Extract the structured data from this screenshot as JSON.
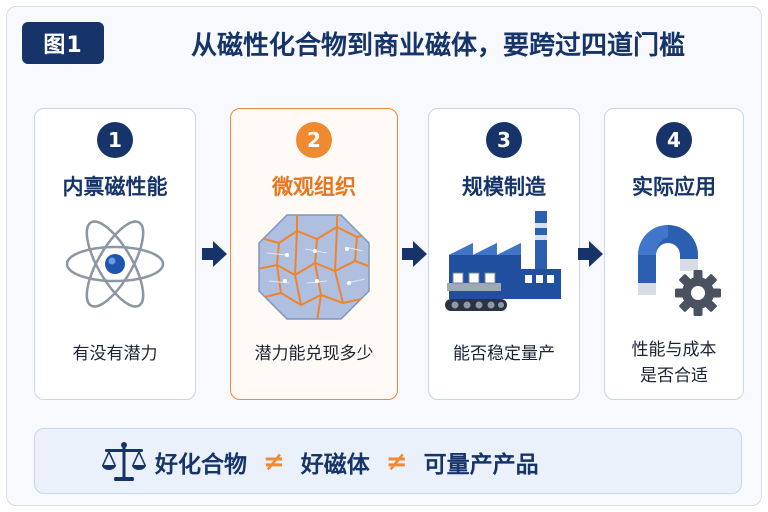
{
  "header": {
    "badge": "图1",
    "title": "从磁性化合物到商业磁体，要跨过四道门槛"
  },
  "steps": [
    {
      "number": "1",
      "title": "内禀磁性能",
      "desc": "有没有潜力",
      "icon": "atom-icon"
    },
    {
      "number": "2",
      "title": "微观组织",
      "desc": "潜力能兑现多少",
      "icon": "grain-structure-icon",
      "highlight": true
    },
    {
      "number": "3",
      "title": "规模制造",
      "desc": "能否稳定量产",
      "icon": "factory-icon"
    },
    {
      "number": "4",
      "title": "实际应用",
      "desc_line1": "性能与成本",
      "desc_line2": "是否合适",
      "icon": "magnet-gear-icon"
    }
  ],
  "bottom": {
    "icon": "scale-icon",
    "term1": "好化合物",
    "neq1": "≠",
    "term2": "好磁体",
    "neq2": "≠",
    "term3": "可量产产品"
  },
  "colors": {
    "navy": "#16346a",
    "orange": "#f08a30",
    "light_blue": "#eaf1fa"
  }
}
